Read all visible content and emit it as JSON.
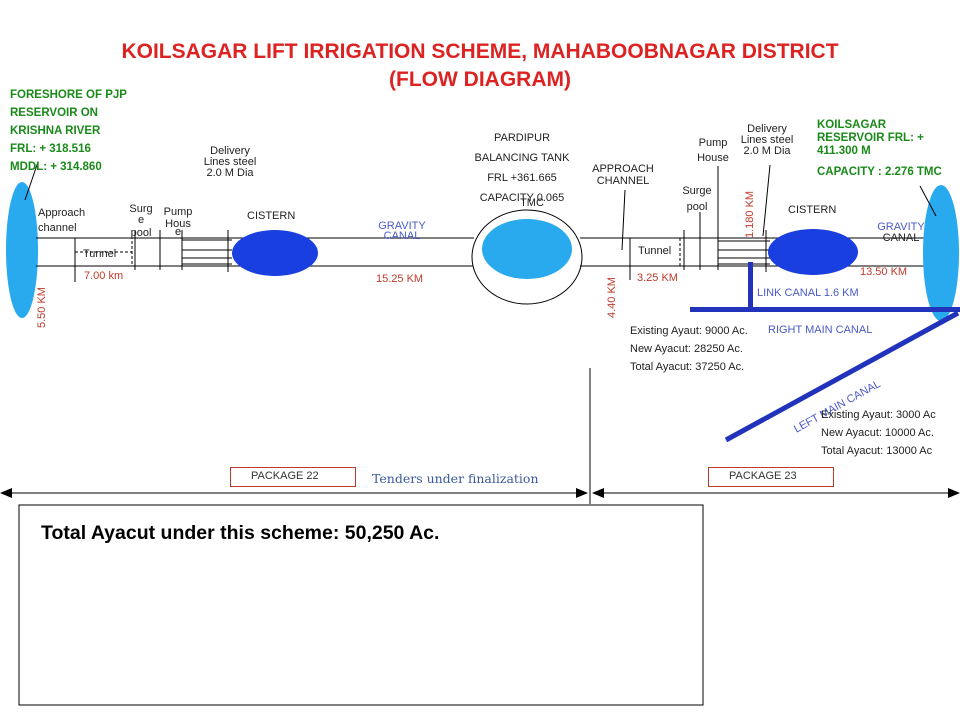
{
  "title": {
    "line1": "KOILSAGAR LIFT IRRIGATION SCHEME, MAHABOOBNAGAR DISTRICT",
    "line2": "(FLOW DIAGRAM)"
  },
  "foreshore": {
    "l1": "FORESHORE OF PJP",
    "l2": "RESERVOIR ON",
    "l3": "KRISHNA RIVER",
    "frl": "FRL: + 318.516",
    "mddl": "MDDL: + 314.860"
  },
  "koilsagar": {
    "l1": "KOILSAGAR",
    "l2": "RESERVOIR FRL: +",
    "l3": "411.300 M",
    "capacity": "CAPACITY  : 2.276 TMC"
  },
  "stage1": {
    "approach_l1": "Approach",
    "approach_l2": "channel",
    "tunnel": "Tunnel",
    "tunnel_len": "7.00 km",
    "vertical_dist": "5.50 KM",
    "surge_l1": "Surg",
    "surge_l2": "e",
    "surge_l3": "pool",
    "pump_l1": "Pump",
    "pump_l2": "Hous",
    "pump_l3": "e",
    "delivery_l1": "Delivery",
    "delivery_l2": "Lines steel",
    "delivery_l3": "2.0 M Dia",
    "cistern": "CISTERN",
    "gravity_l1": "GRAVITY",
    "gravity_l2": "CANAL",
    "gravity_len": "15.25 KM"
  },
  "balancing": {
    "l1": "PARDIPUR",
    "l2": "BALANCING TANK",
    "l3": "FRL +361.665",
    "l4": "CAPACITY  0.065",
    "l5": "TMC"
  },
  "stage2": {
    "approach_l1": "APPROACH",
    "approach_l2": "CHANNEL",
    "vertical_dist": "4.40 KM",
    "tunnel": "Tunnel",
    "tunnel_len": "3.25 KM",
    "surge_l1": "Surge",
    "surge_l2": "pool",
    "pump_l1": "Pump",
    "pump_l2": "House",
    "delivery_l1": "Delivery",
    "delivery_l2": "Lines steel",
    "delivery_l3": "2.0 M Dia",
    "delivery_len": "1.180 KM",
    "cistern": "CISTERN",
    "gravity_l1": "GRAVITY",
    "gravity_l2": "CANAL",
    "gravity_len": "13.50 KM"
  },
  "canals": {
    "link": "LINK CANAL 1.6 KM",
    "right_main": "RIGHT  MAIN CANAL",
    "left_main": "LEFT MAIN CANAL"
  },
  "right_ayacut": {
    "existing": "Existing Ayaut: 9000 Ac.",
    "new": "New Ayacut: 28250 Ac.",
    "total": "Total Ayacut: 37250 Ac."
  },
  "left_ayacut": {
    "existing": "Existing Ayaut: 3000 Ac",
    "new": "New Ayacut: 10000 Ac.",
    "total": "Total Ayacut: 13000 Ac"
  },
  "packages": {
    "p22": "PACKAGE 22",
    "p23": "PACKAGE 23",
    "tenders": "Tenders under finalization"
  },
  "summary": {
    "total": "Total Ayacut under this scheme: 50,250 Ac."
  },
  "colors": {
    "reservoir": "#29a9ee",
    "cistern": "#1a3fe0",
    "canal": "#2233bb",
    "title": "#dd2222",
    "green": "#1a8a1a",
    "red": "#c0392b"
  }
}
